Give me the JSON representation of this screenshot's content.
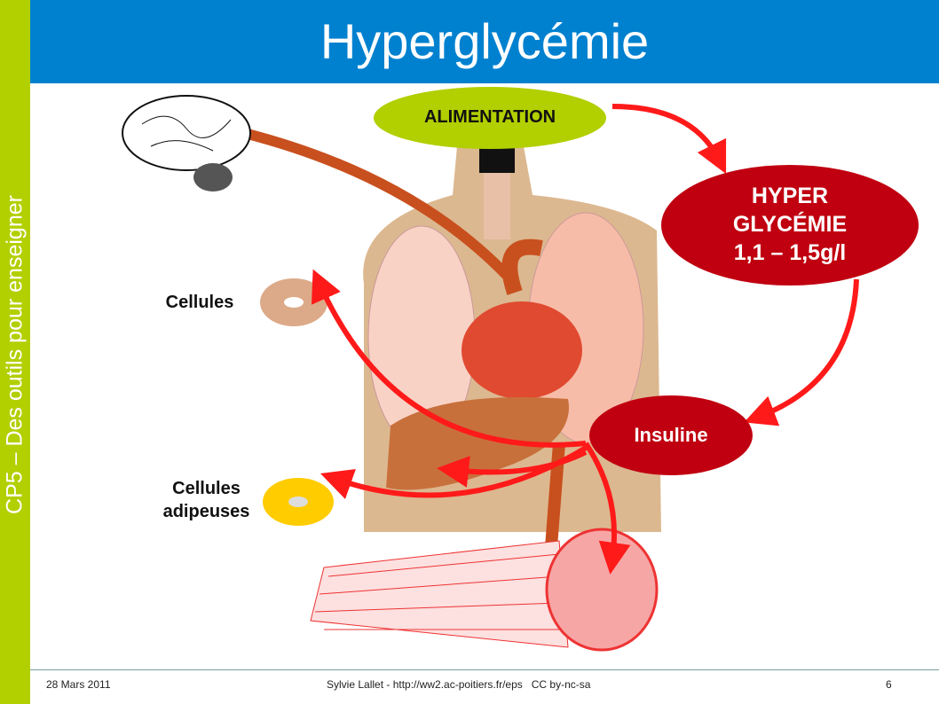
{
  "sidebar": {
    "text": "CP5 – Des outils pour enseigner"
  },
  "header": {
    "title": "Hyperglycémie"
  },
  "diagram": {
    "alimentation": "ALIMENTATION",
    "hyper_line1": "HYPER",
    "hyper_line2": "GLYCÉMIE",
    "hyper_line3": "1,1 – 1,5g/l",
    "insuline": "Insuline",
    "cellules": "Cellules",
    "adipeuses_line1": "Cellules",
    "adipeuses_line2": "adipeuses"
  },
  "colors": {
    "sidebar": "#b2cf00",
    "header": "#0081d0",
    "alimentation": "#b2cf00",
    "hyper": "#c00010",
    "arrow": "#ff1a1a",
    "vessel": "#c8501e"
  },
  "footer": {
    "date": "28 Mars 2011",
    "author": "Sylvie Lallet - http://ww2.ac-poitiers.fr/eps   CC by-nc-sa",
    "page": "6"
  }
}
